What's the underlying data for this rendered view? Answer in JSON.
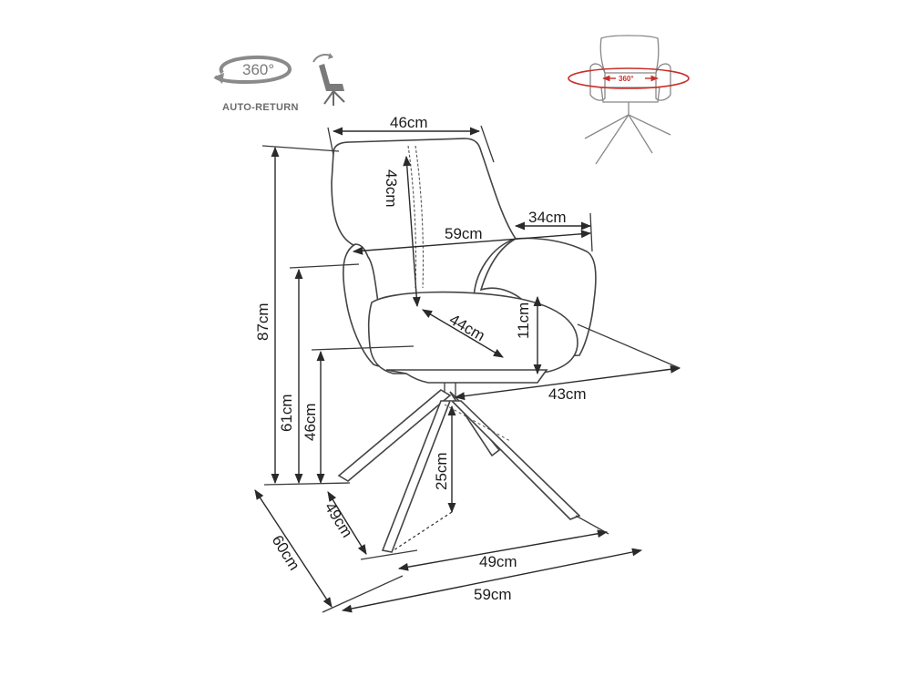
{
  "icons": {
    "rotation_label": "360°",
    "auto_return_label": "AUTO-RETURN",
    "thumb_rotation_label": "360°"
  },
  "dimensions": {
    "backrest_width": "46cm",
    "backrest_height": "43cm",
    "arm_width": "34cm",
    "overall_width_arms": "59cm",
    "seat_depth": "44cm",
    "cushion_height": "11cm",
    "seat_side_depth": "43cm",
    "total_height": "87cm",
    "armrest_height": "61cm",
    "seat_height": "46cm",
    "base_height": "25cm",
    "base_depth": "49cm",
    "base_width": "49cm",
    "overall_depth": "60cm",
    "overall_width": "59cm"
  },
  "colors": {
    "line": "#3a3a3a",
    "accent_red": "#c8302a",
    "icon_grey": "#7a7a7a"
  }
}
